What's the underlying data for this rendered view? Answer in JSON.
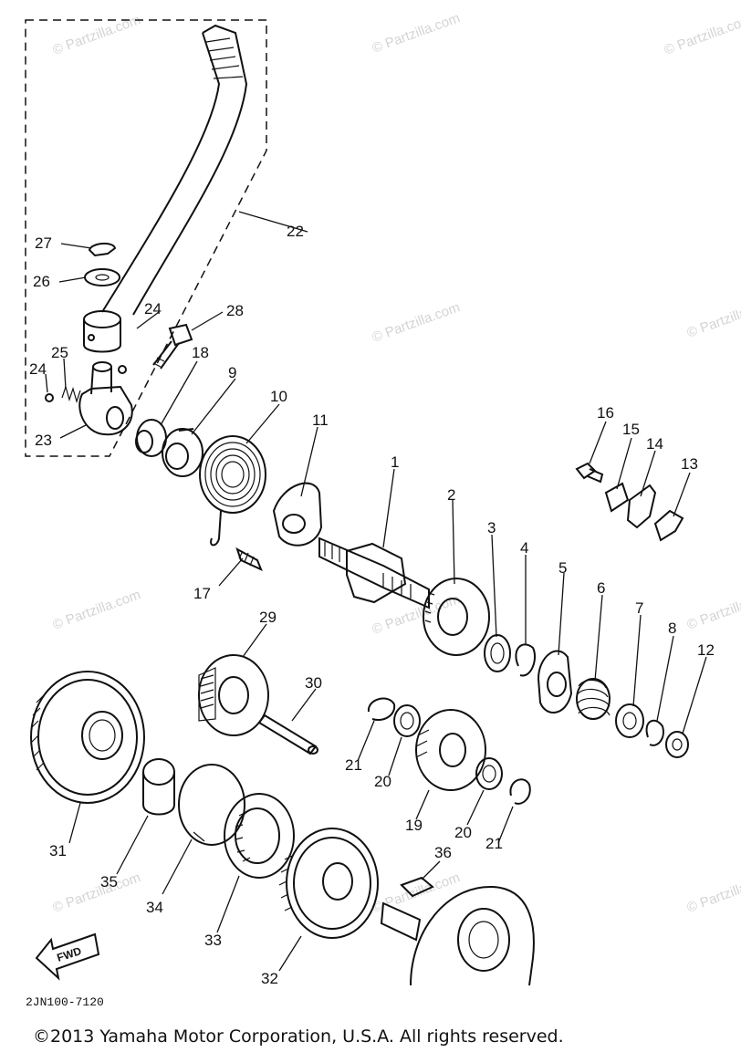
{
  "diagram": {
    "code": "2JN100-7120",
    "copyright": "©2013 Yamaha Motor Corporation, U.S.A. All rights reserved.",
    "watermark": "© Partzilla.com",
    "fwd_label": "FWD",
    "callouts": [
      {
        "id": "1",
        "text": "1"
      },
      {
        "id": "2",
        "text": "2"
      },
      {
        "id": "3",
        "text": "3"
      },
      {
        "id": "4",
        "text": "4"
      },
      {
        "id": "5",
        "text": "5"
      },
      {
        "id": "6",
        "text": "6"
      },
      {
        "id": "7",
        "text": "7"
      },
      {
        "id": "8",
        "text": "8"
      },
      {
        "id": "9",
        "text": "9"
      },
      {
        "id": "10",
        "text": "10"
      },
      {
        "id": "11",
        "text": "11"
      },
      {
        "id": "12",
        "text": "12"
      },
      {
        "id": "13",
        "text": "13"
      },
      {
        "id": "14",
        "text": "14"
      },
      {
        "id": "15",
        "text": "15"
      },
      {
        "id": "16",
        "text": "16"
      },
      {
        "id": "17",
        "text": "17"
      },
      {
        "id": "18",
        "text": "18"
      },
      {
        "id": "19",
        "text": "19"
      },
      {
        "id": "20a",
        "text": "20"
      },
      {
        "id": "20b",
        "text": "20"
      },
      {
        "id": "21a",
        "text": "21"
      },
      {
        "id": "21b",
        "text": "21"
      },
      {
        "id": "22",
        "text": "22"
      },
      {
        "id": "23",
        "text": "23"
      },
      {
        "id": "24a",
        "text": "24"
      },
      {
        "id": "24b",
        "text": "24"
      },
      {
        "id": "25",
        "text": "25"
      },
      {
        "id": "26",
        "text": "26"
      },
      {
        "id": "27",
        "text": "27"
      },
      {
        "id": "28",
        "text": "28"
      },
      {
        "id": "29",
        "text": "29"
      },
      {
        "id": "30",
        "text": "30"
      },
      {
        "id": "31",
        "text": "31"
      },
      {
        "id": "32",
        "text": "32"
      },
      {
        "id": "33",
        "text": "33"
      },
      {
        "id": "34",
        "text": "34"
      },
      {
        "id": "35",
        "text": "35"
      },
      {
        "id": "36",
        "text": "36"
      }
    ]
  }
}
